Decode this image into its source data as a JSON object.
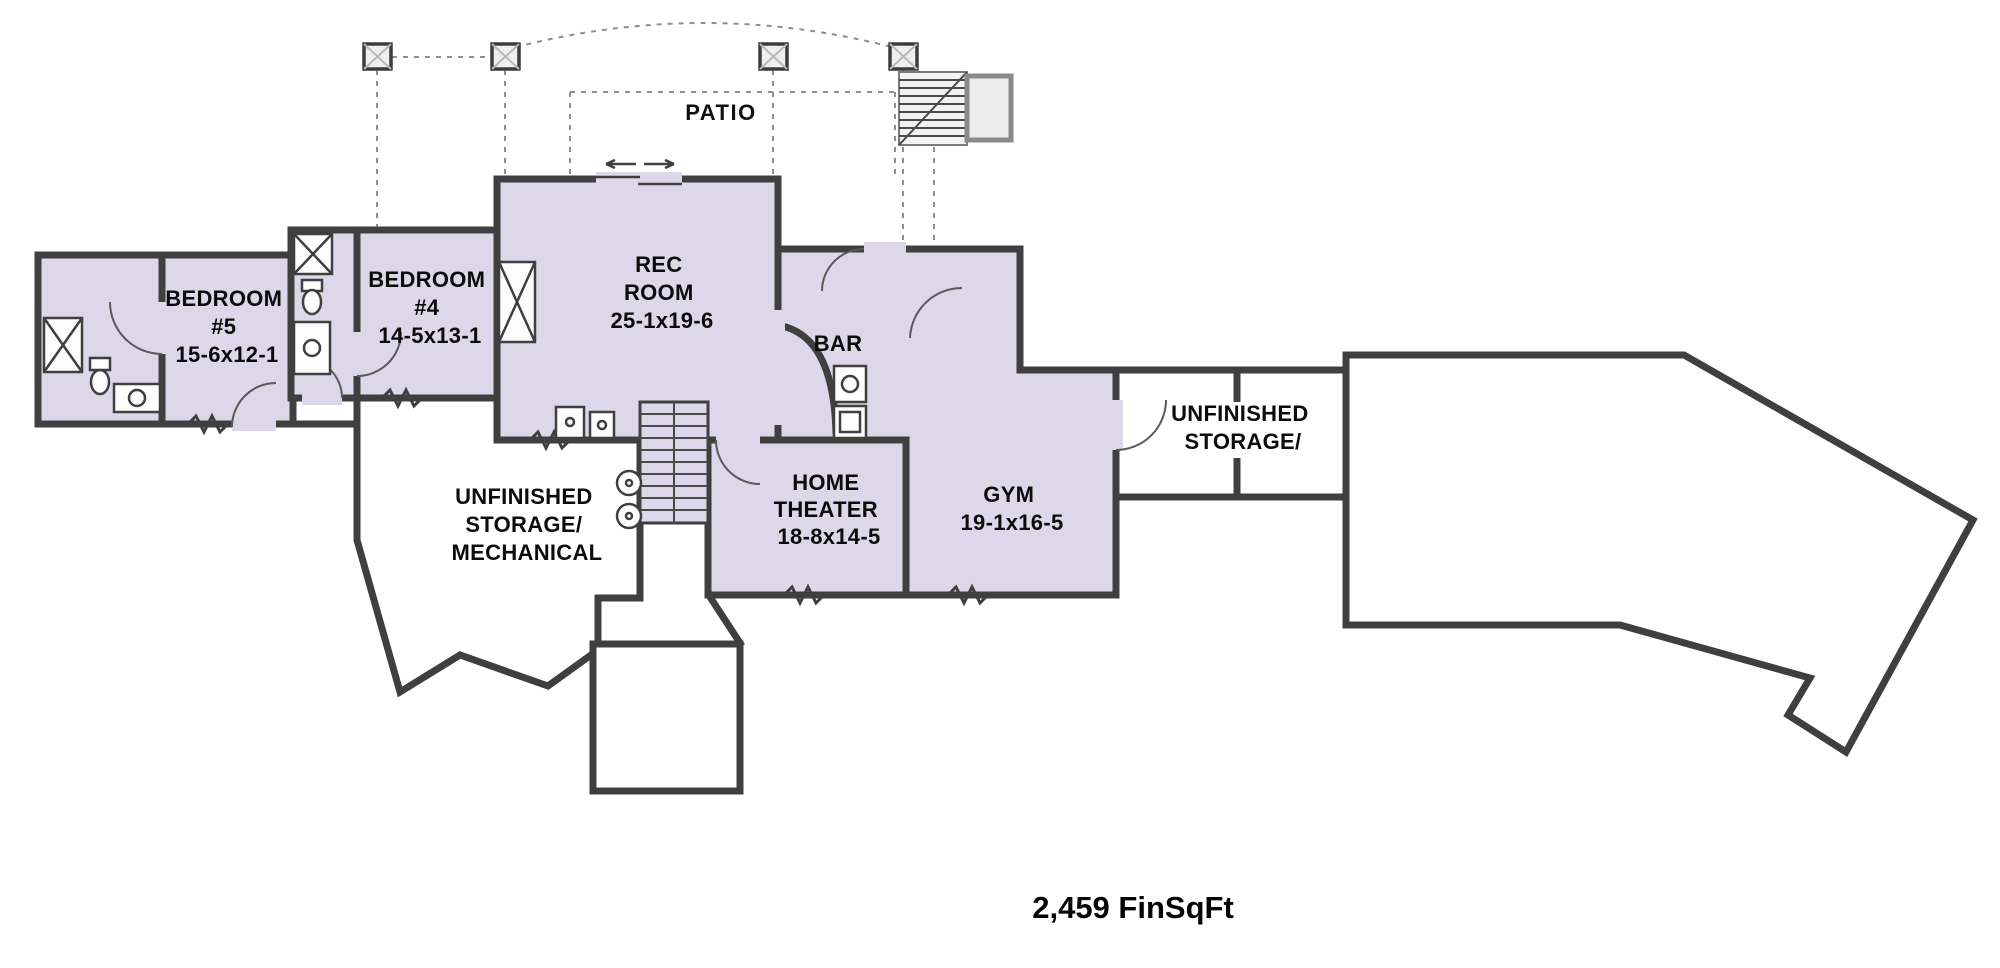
{
  "labels": {
    "patio": "PATIO",
    "footer": "2,459 FinSqFt"
  },
  "rooms": {
    "bedroom5": {
      "l1": "BEDROOM",
      "l2": "#5",
      "l3": "15-6x12-1"
    },
    "bedroom4": {
      "l1": "BEDROOM",
      "l2": "#4",
      "l3": "14-5x13-1"
    },
    "rec_room": {
      "l1": "REC",
      "l2": "ROOM",
      "l3": "25-1x19-6"
    },
    "bar": {
      "l1": "BAR"
    },
    "home_theater": {
      "l1": "HOME",
      "l2": "THEATER",
      "l3": "18-8x14-5"
    },
    "gym": {
      "l1": "GYM",
      "l2": "19-1x16-5"
    },
    "storage_mech": {
      "l1": "UNFINISHED",
      "l2": "STORAGE/",
      "l3": "MECHANICAL"
    },
    "storage_right": {
      "l1": "UNFINISHED",
      "l2": "STORAGE/"
    }
  },
  "colors": {
    "finished": "#dcd7e9",
    "unfinished": "#ffffff",
    "wall": "#3f3f3f"
  }
}
